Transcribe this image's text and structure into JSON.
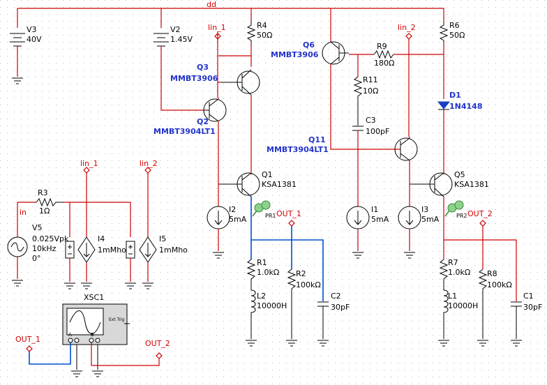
{
  "rail": "dd",
  "nets": {
    "lin1": "lin_1",
    "lin2": "lin_2",
    "in": "in",
    "out1": "OUT_1",
    "out2": "OUT_2"
  },
  "parts": {
    "V3": {
      "ref": "V3",
      "value": "40V"
    },
    "V2": {
      "ref": "V2",
      "value": "1.45V"
    },
    "R4": {
      "ref": "R4",
      "value": "50Ω"
    },
    "R6": {
      "ref": "R6",
      "value": "50Ω"
    },
    "Q3": {
      "ref": "Q3",
      "model": "MMBT3906"
    },
    "Q2": {
      "ref": "Q2",
      "model": "MMBT3904LT1"
    },
    "Q6": {
      "ref": "Q6",
      "model": "MMBT3906"
    },
    "Q11": {
      "ref": "Q11",
      "model": "MMBT3904LT1"
    },
    "Q1": {
      "ref": "Q1",
      "model": "KSA1381"
    },
    "Q5": {
      "ref": "Q5",
      "model": "KSA1381"
    },
    "R9": {
      "ref": "R9",
      "value": "180Ω"
    },
    "R11": {
      "ref": "R11",
      "value": "10Ω"
    },
    "C3": {
      "ref": "C3",
      "value": "100pF"
    },
    "D1": {
      "ref": "D1",
      "model": "1N4148"
    },
    "I1": {
      "ref": "I1",
      "value": "5mA"
    },
    "I2": {
      "ref": "I2",
      "value": "5mA"
    },
    "I3": {
      "ref": "I3",
      "value": "5mA"
    },
    "I4": {
      "ref": "I4",
      "value": "1mMho"
    },
    "I5": {
      "ref": "I5",
      "value": "1mMho"
    },
    "R3": {
      "ref": "R3",
      "value": "1Ω"
    },
    "V5": {
      "ref": "V5",
      "lines": [
        "0.025Vpk",
        "10kHz",
        "0°"
      ]
    },
    "R1": {
      "ref": "R1",
      "value": "1.0kΩ"
    },
    "L2": {
      "ref": "L2",
      "value": "10000H"
    },
    "R2": {
      "ref": "R2",
      "value": "100kΩ"
    },
    "C2": {
      "ref": "C2",
      "value": "30pF"
    },
    "R7": {
      "ref": "R7",
      "value": "1.0kΩ"
    },
    "L1": {
      "ref": "L1",
      "value": "10000H"
    },
    "R8": {
      "ref": "R8",
      "value": "100kΩ"
    },
    "C1": {
      "ref": "C1",
      "value": "30pF"
    },
    "PR1": {
      "ref": "PR1"
    },
    "PR2": {
      "ref": "PR2"
    },
    "XSC1": {
      "ref": "XSC1",
      "ext_trig": "Ext Trig",
      "chA": "A",
      "chB": "B"
    }
  },
  "colors": {
    "wire": "#cc0000",
    "probe_wire": "#0050d0",
    "part_label": "#2233cc",
    "net_label": "#d40000",
    "grid": "#b8b8b8"
  }
}
